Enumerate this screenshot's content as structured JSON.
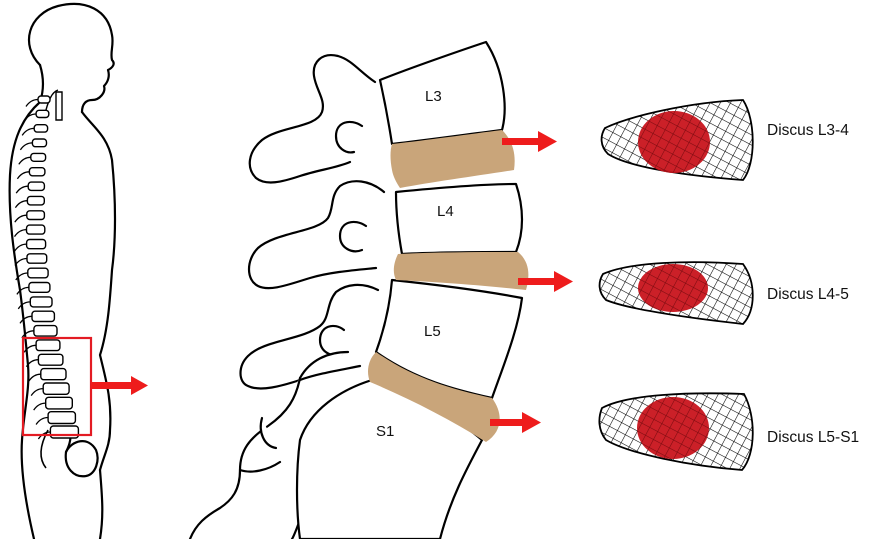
{
  "vertebrae": {
    "l3": "L3",
    "l4": "L4",
    "l5": "L5",
    "s1": "S1"
  },
  "discs": [
    {
      "label": "Discus L3-4"
    },
    {
      "label": "Discus L4-5"
    },
    {
      "label": "Discus L5-S1"
    }
  ],
  "colors": {
    "disc": "#c9a57a",
    "arrow": "#ee1c1c",
    "nucleus": "#c8141c",
    "outline": "#000000",
    "highlight_box": "#e31b23"
  }
}
